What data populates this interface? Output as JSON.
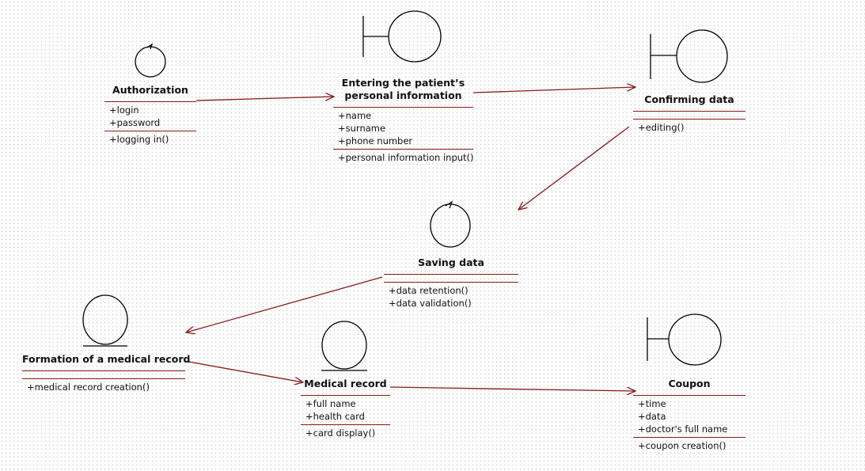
{
  "classes": {
    "authorization": {
      "name": "Authorization",
      "stereotype": "control",
      "attributes": [
        "+login",
        "+password"
      ],
      "operations": [
        "+logging in()"
      ]
    },
    "entering": {
      "name_line1": "Entering the patient’s",
      "name_line2": "personal information",
      "stereotype": "boundary",
      "attributes": [
        "+name",
        "+surname",
        "+phone number"
      ],
      "operations": [
        "+personal information input()"
      ]
    },
    "confirming": {
      "name": "Confirming data",
      "stereotype": "boundary",
      "attributes": [],
      "operations": [
        "+editing()"
      ]
    },
    "saving": {
      "name": "Saving data",
      "stereotype": "control",
      "attributes": [],
      "operations": [
        "+data retention()",
        "+data validation()"
      ]
    },
    "formation": {
      "name": "Formation of a medical record",
      "stereotype": "entity",
      "attributes": [],
      "operations": [
        "+medical record creation()"
      ]
    },
    "medical_record": {
      "name": "Medical record",
      "stereotype": "entity",
      "attributes": [
        "+full name",
        "+health card"
      ],
      "operations": [
        "+card display()"
      ]
    },
    "coupon": {
      "name": "Coupon",
      "stereotype": "boundary",
      "attributes": [
        "+time",
        "+data",
        "+doctor's full name"
      ],
      "operations": [
        "+coupon creation()"
      ]
    }
  },
  "relations": [
    {
      "from": "Authorization",
      "to": "Entering the patient’s personal information"
    },
    {
      "from": "Entering the patient’s personal information",
      "to": "Confirming data"
    },
    {
      "from": "Confirming data",
      "to": "Saving data"
    },
    {
      "from": "Saving data",
      "to": "Formation of a medical record"
    },
    {
      "from": "Formation of a medical record",
      "to": "Medical record"
    },
    {
      "from": "Medical record",
      "to": "Coupon"
    }
  ],
  "colors": {
    "line": "#8b1a1a",
    "stroke": "#000000",
    "text": "#111111"
  }
}
